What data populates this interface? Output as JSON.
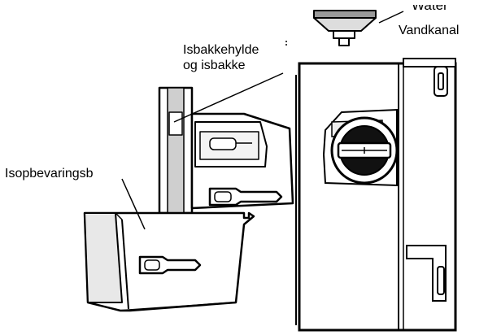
{
  "labels": {
    "shelf_line1": "Isbakkehylde",
    "shelf_line2": "og isbakke",
    "storage": "Isopbevaringsb",
    "water_partial": "Water",
    "water_channel": "Vandkanal"
  }
}
